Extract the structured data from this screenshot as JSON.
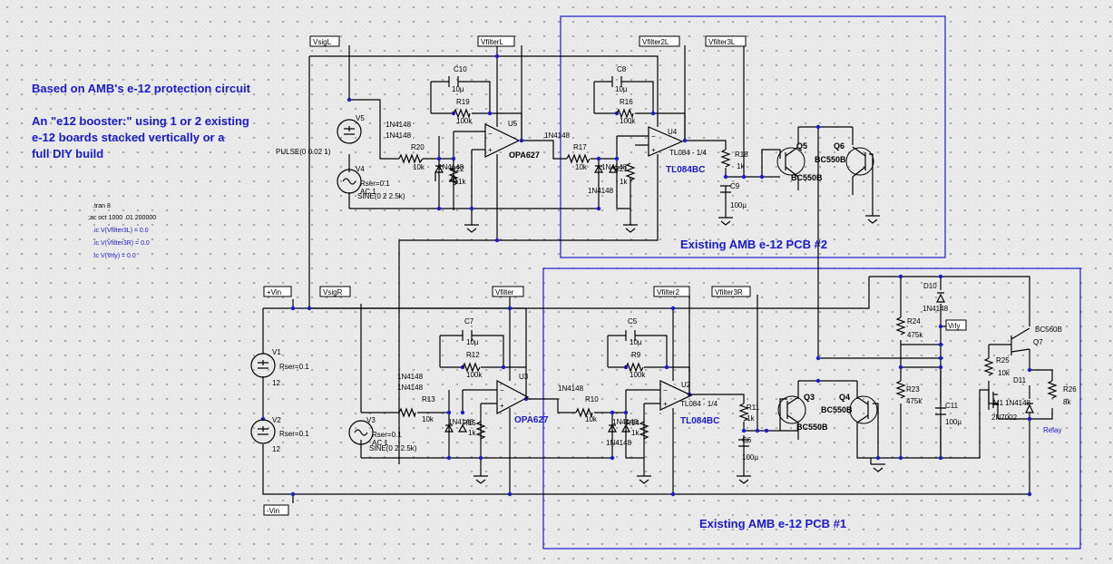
{
  "notes": {
    "line1": "Based on AMB's e-12 protection circuit",
    "line2": "An \"e12 booster:\" using 1 or 2 existing",
    "line3": "e-12 boards stacked vertically or a",
    "line4": "full DIY build"
  },
  "directives": {
    "tran": ".tran 8",
    "ac": ";ac oct 1000 .01 200000",
    "ic1": ".ic V(Vfilter3L) = 0.0",
    "ic2": ".ic V(Vfilter3R) = 0.0",
    "ic3": ".ic V(Vrly) = 0.0"
  },
  "pcb": {
    "pcb2": "Existing AMB e-12 PCB #2",
    "pcb1": "Existing AMB e-12 PCB #1"
  },
  "net_flags": {
    "vsigl": "VsigL",
    "vfilterl": "VfilterL",
    "vfilter2l": "Vfilter2L",
    "vfilter3l": "Vfilter3L",
    "vin_pos": "+Vin",
    "vsigr": "VsigR",
    "vfilter": "Vfilter",
    "vfilter2": "Vfilter2",
    "vfilter3r": "Vfilter3R",
    "vrly": "Vrly",
    "vin_neg": "-Vin"
  },
  "components": {
    "v5": "V5",
    "v4": "V4",
    "pulse": "PULSE(0 0.02 1)",
    "v4_rser": "Rser=0.1",
    "v4_ac": "AC 1",
    "v4_sine": "SINE(0 2 2.5k)",
    "d_top_a": "1N4148",
    "d_top_b": "1N4148",
    "r20": "R20",
    "r20v": "10k",
    "d_r22": "1N4148",
    "r22": "R22",
    "r22v": "1k",
    "c10": "C10",
    "c10v": "10µ",
    "r19": "R19",
    "r19v": "100k",
    "u5": "U5",
    "opa627_top": "OPA627",
    "d_mid_top": "1N4148",
    "r17": "R17",
    "r17v": "10k",
    "d_r21": "1N4148",
    "r21": "R21",
    "r21v": "1k",
    "d_lower_top": "1N4148",
    "c8": "C8",
    "c8v": "10µ",
    "r16": "R16",
    "r16v": "100k",
    "u4": "U4",
    "tl084_top": "TL084 - 1/4",
    "tl084bc_top": "TL084BC",
    "r18": "R18",
    "r18v": "1k",
    "c9": "C9",
    "c9v": "100µ",
    "q5": "Q5",
    "q6": "Q6",
    "bc550b_q6": "BC550B",
    "bc550b_q5": "BC550B",
    "v1": "V1",
    "v1_rser": "Rser=0.1",
    "v1v": "12",
    "v2": "V2",
    "v2_rser": "Rser=0.1",
    "v2v": "12",
    "d_bot_a": "1N4148",
    "d_bot_b": "1N4148",
    "r13": "R13",
    "r13v": "10k",
    "d_r15": "1N4148",
    "r15": "R15",
    "r15v": "1k",
    "v3": "V3",
    "v3_rser": "Rser=0.1",
    "v3_ac": "AC 1",
    "v3_sine": "SINE(0 2 2.5k)",
    "c7": "C7",
    "c7v": "10µ",
    "r12": "R12",
    "r12v": "100k",
    "u3": "U3",
    "opa627_bot": "OPA627",
    "d_mid_bot": "1N4148",
    "r10": "R10",
    "r10v": "10k",
    "d_r14": "1N4148",
    "r14": "R14",
    "r14v": "1k",
    "d_lower_bot": "1N4148",
    "c5": "C5",
    "c5v": "10µ",
    "r9": "R9",
    "r9v": "100k",
    "u2": "U2",
    "tl084_bot": "TL084 - 1/4",
    "tl084bc_bot": "TL084BC",
    "r11": "R11",
    "r11v": "1k",
    "c6": "C6",
    "c6v": "100µ",
    "q3": "Q3",
    "q4": "Q4",
    "bc550b_q4": "BC550B",
    "bc550b_q3": "BC550B",
    "d10": "D10",
    "d10v": "1N4148",
    "r24": "R24",
    "r24v": "475k",
    "r23": "R23",
    "r23v": "475k",
    "c11": "C11",
    "c11v": "100µ",
    "r25": "R25",
    "r25v": "10k",
    "q7": "Q7",
    "bc560b": "BC560B",
    "d11": "D11",
    "m1": "M1",
    "m1v": "2N7002",
    "d11v": "1N4148",
    "r26": "R26",
    "r26v": "8k",
    "relay": "Relay"
  },
  "colors": {
    "accent": "#1a1ad0",
    "wire": "#000000",
    "background": "#e9e9e9"
  }
}
